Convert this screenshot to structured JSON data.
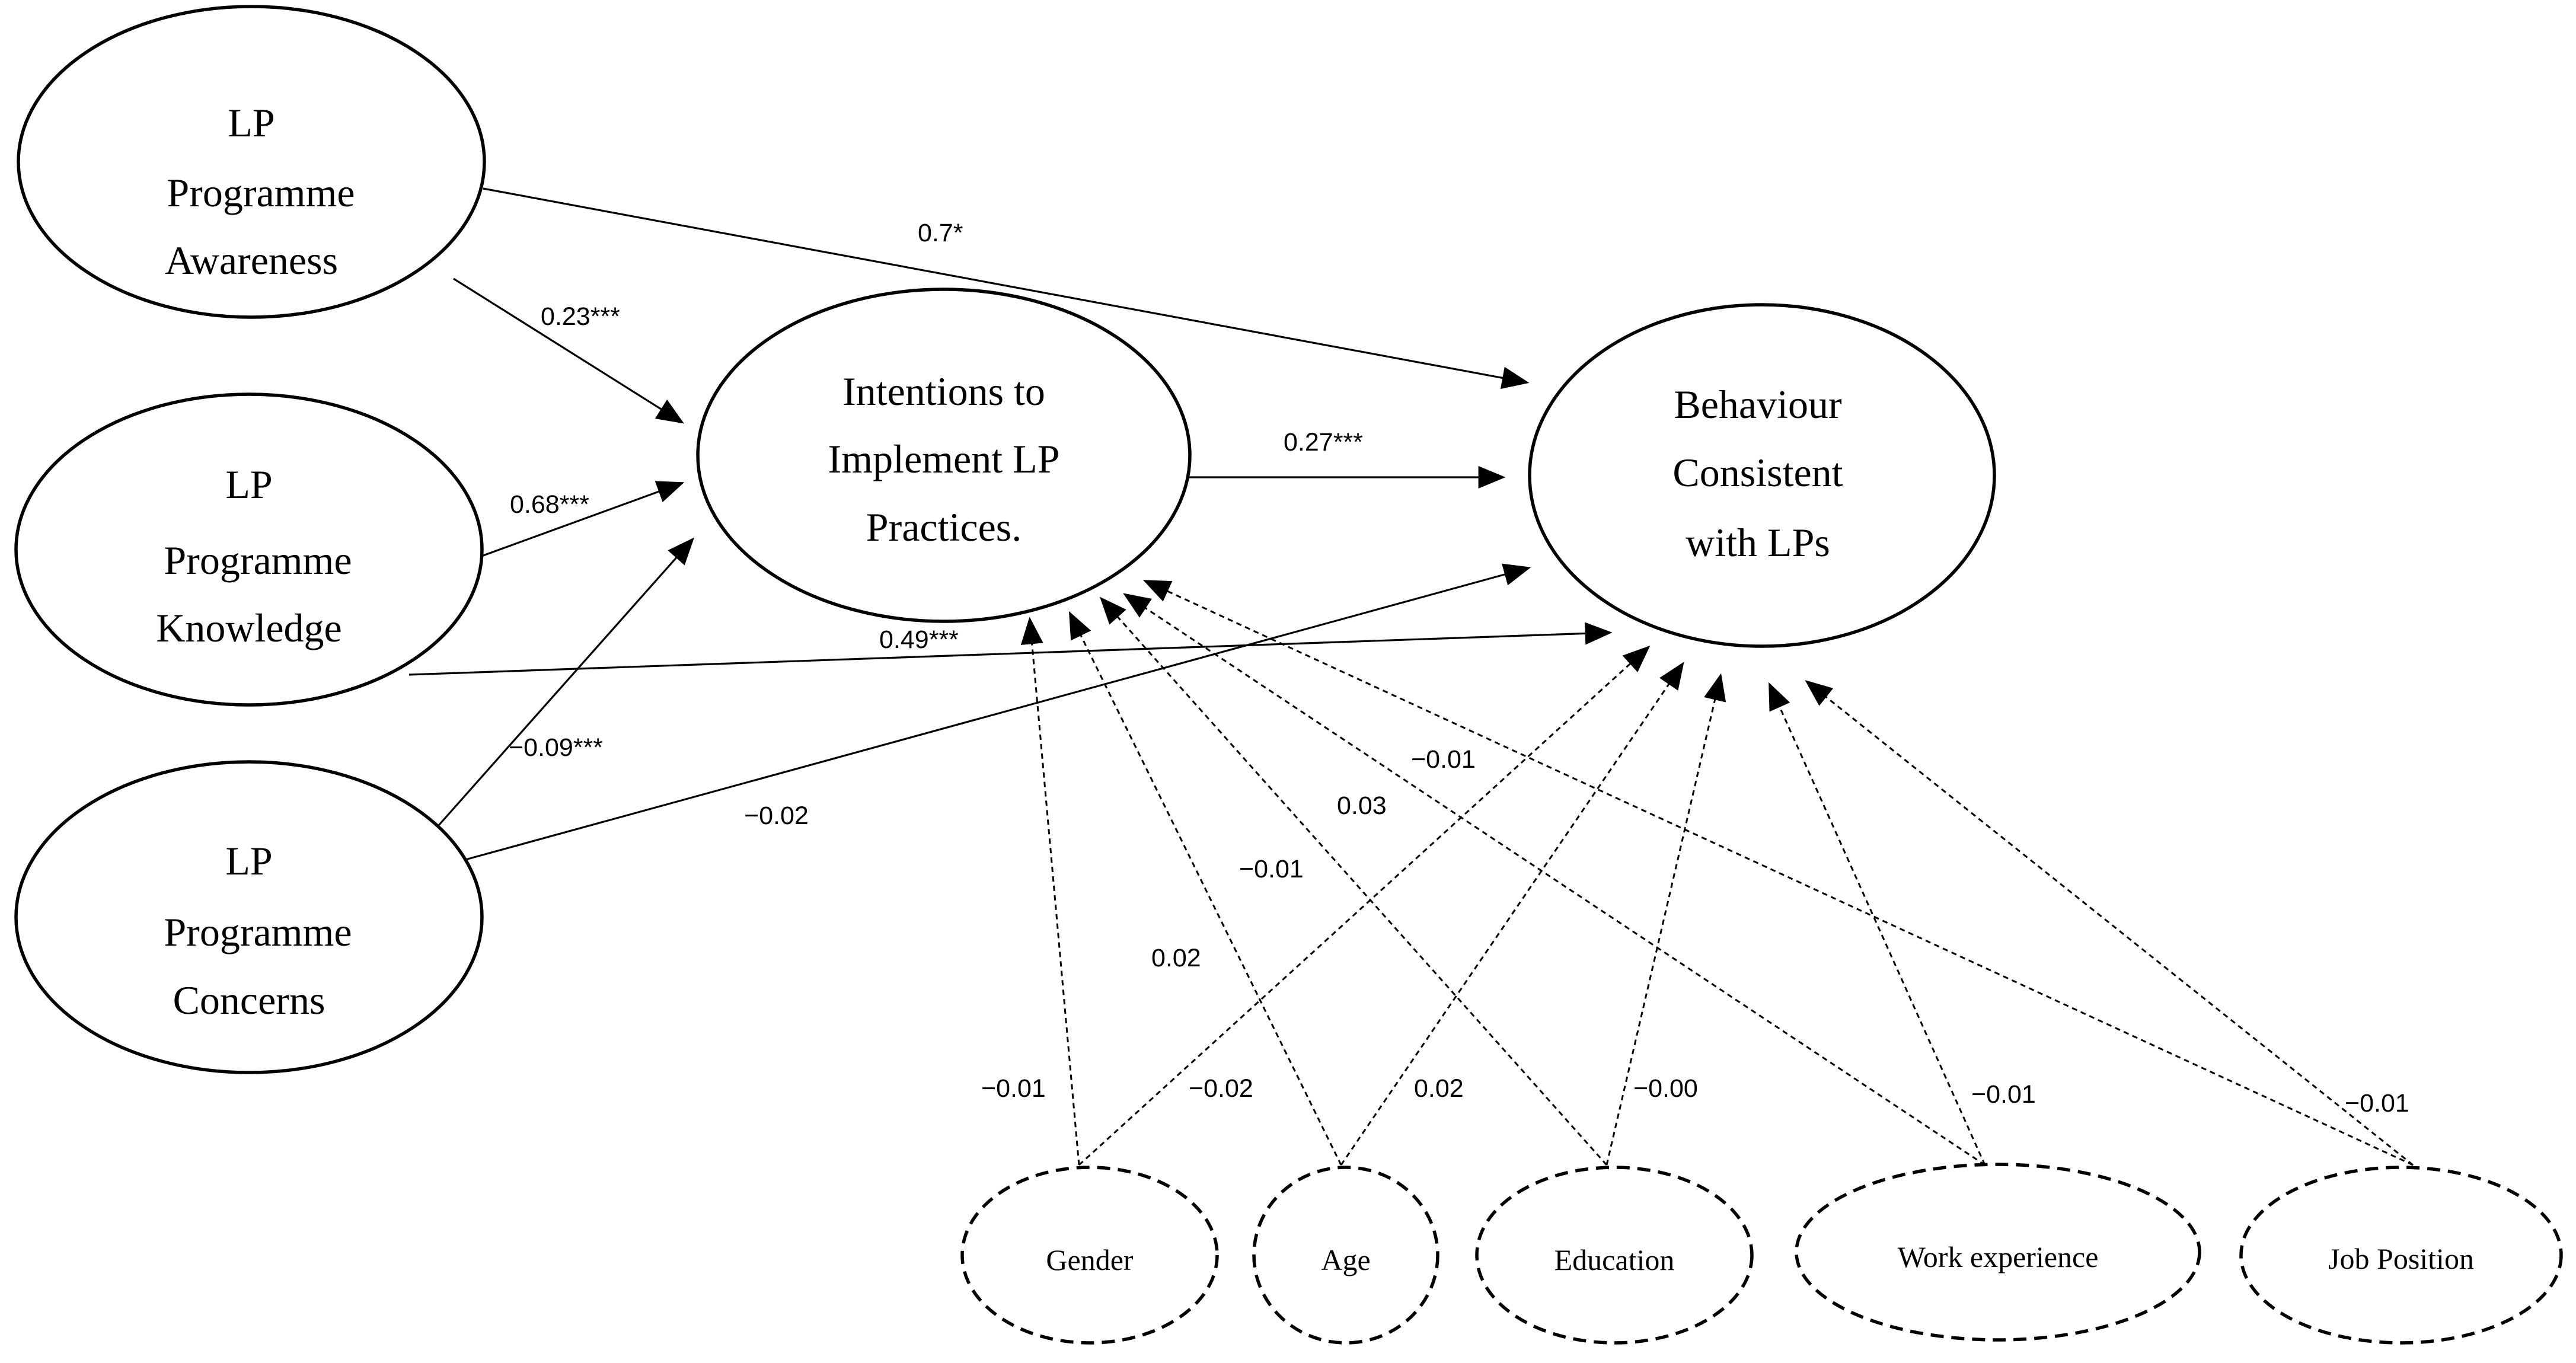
{
  "nodes": {
    "awareness": [
      "LP",
      "Programme",
      "Awareness"
    ],
    "knowledge": [
      "LP",
      "Programme",
      "Knowledge"
    ],
    "concerns": [
      "LP",
      "Programme",
      "Concerns"
    ],
    "intentions": [
      "Intentions to",
      "Implement LP",
      "Practices."
    ],
    "behaviour": [
      "Behaviour",
      "Consistent",
      "with LPs"
    ]
  },
  "controls": {
    "gender": "Gender",
    "age": "Age",
    "education": "Education",
    "work_experience": "Work experience",
    "job_position": "Job Position"
  },
  "coefficients": {
    "awareness_behaviour": "0.7*",
    "awareness_intentions": "0.23***",
    "knowledge_intentions": "0.68***",
    "knowledge_behaviour": "0.49***",
    "concerns_intentions": "−0.09***",
    "concerns_behaviour": "−0.02",
    "intentions_behaviour": "0.27***",
    "gender_intentions": "−0.01",
    "gender_behaviour": "−0.02",
    "age_intentions": "0.02",
    "age_behaviour": "0.02",
    "education_intentions": "−0.01",
    "education_behaviour": "−0.00",
    "workexp_intentions": "0.03",
    "workexp_behaviour": "−0.01",
    "jobpos_intentions": "−0.01",
    "jobpos_behaviour": "−0.01"
  }
}
